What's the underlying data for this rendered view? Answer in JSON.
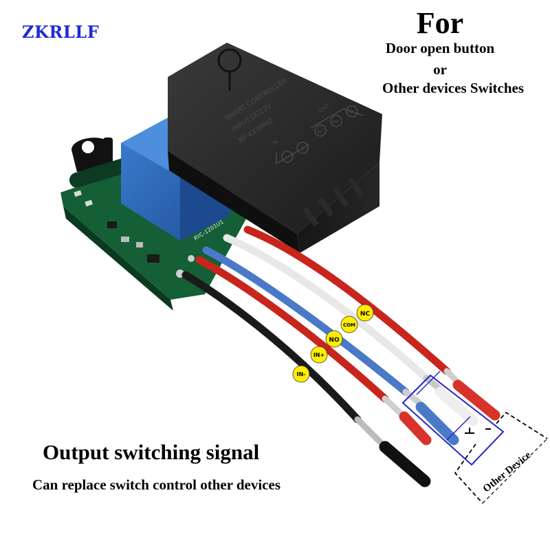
{
  "brand": {
    "name": "ZKRLLF",
    "color": "#1f2bd6"
  },
  "header": {
    "title": "For",
    "line_1": "Door open button",
    "line_2": "or",
    "line_3": "Other devices Switches"
  },
  "device": {
    "body_label": "SMART CONTROLLER",
    "input_label": "INPUT:DC12V",
    "rf_label": "RF:433MHZ",
    "in_group_label": "IN",
    "out_group_label": "OUT",
    "terminal_minus": "−",
    "terminal_plus": "+",
    "terminal_no": "NO",
    "terminal_com": "COM",
    "terminal_nc": "NC",
    "pcb_label": "RYC-1201U1"
  },
  "wires": {
    "nc": "NC",
    "com": "COM",
    "no": "NO",
    "in_plus": "IN+",
    "in_minus": "IN-",
    "colors": {
      "red": "#c8251d",
      "blue": "#4a79c8",
      "white": "#e8e8e8",
      "black": "#1a1a1a"
    }
  },
  "diagram": {
    "other_device_label": "Other Device"
  },
  "footer": {
    "title": "Output switching signal",
    "subtitle": "Can replace switch control other devices"
  }
}
